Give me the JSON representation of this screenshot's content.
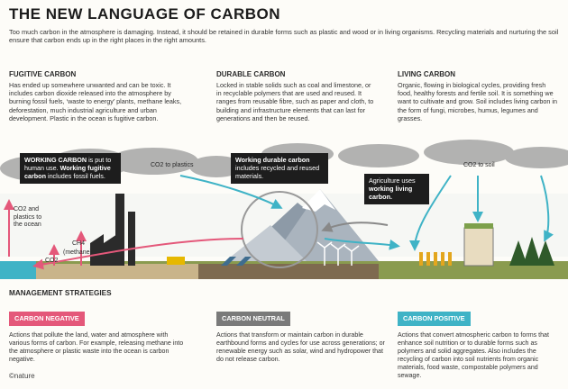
{
  "title": "THE NEW LANGUAGE OF CARBON",
  "intro": "Too much carbon in the atmosphere is damaging. Instead, it should be retained in durable forms such as plastic and wood or in living organisms. Recycling materials and nurturing the soil ensure that carbon ends up in the right places in the right amounts.",
  "columns": {
    "fugitive": {
      "heading": "FUGITIVE CARBON",
      "text": "Has ended up somewhere unwanted and can be toxic. It includes carbon dioxide released into the atmosphere by burning fossil fuels, ‘waste to energy’ plants, methane leaks, deforestation, much industrial agriculture and urban development. Plastic in the ocean is fugitive carbon."
    },
    "durable": {
      "heading": "DURABLE CARBON",
      "text": "Locked in stable solids such as coal and limestone, or in recyclable polymers that are used and reused. It ranges from reusable fibre, such as paper and cloth, to building and infrastructure elements that can last for generations and then be reused."
    },
    "living": {
      "heading": "LIVING CARBON",
      "text": "Organic, flowing in biological cycles, providing fresh food, healthy forests and fertile soil. It is something we want to cultivate and grow. Soil includes living carbon in the form of fungi, microbes, humus, legumes and grasses."
    }
  },
  "callouts": {
    "working_bold": "WORKING CARBON",
    "working_rest": " is put to human use. ",
    "working_fugitive_bold": "Working fugitive carbon",
    "working_fugitive_rest": " includes fossil fuels.",
    "durable_bold": "Working durable carbon",
    "durable_rest": " includes recycled and reused materials.",
    "agri_rest": "Agriculture uses ",
    "agri_bold": "working living carbon."
  },
  "labels": {
    "co2_plastics": "CO2 to plastics",
    "co2_soil": "CO2 to soil",
    "co2_ocean": "CO2 and plastics to the ocean",
    "co2": "CO2",
    "ch4": "CH4",
    "methane": "(methane)"
  },
  "management": {
    "heading": "MANAGEMENT STRATEGIES",
    "strategies": [
      {
        "label": "CARBON NEGATIVE",
        "color": "#e4587a",
        "text": "Actions that pollute the land, water and atmosphere with various forms of carbon. For example, releasing methane into the atmosphere or plastic waste into the ocean is carbon negative."
      },
      {
        "label": "CARBON NEUTRAL",
        "color": "#7a7a7a",
        "text": "Actions that transform or maintain carbon in durable earthbound forms and cycles for use across generations; or renewable energy such as solar, wind and hydropower that do not release carbon."
      },
      {
        "label": "CARBON POSITIVE",
        "color": "#3fb3c6",
        "text": "Actions that convert atmospheric carbon to forms that enhance soil nutrition or to durable forms such as polymers and solid aggregates. Also includes the recycling of carbon into soil nutrients from organic materials, food waste, compostable polymers and sewage."
      }
    ]
  },
  "credit": "©nature",
  "colors": {
    "pink": "#e4587a",
    "teal": "#3fb3c6",
    "grey": "#7a7a7a",
    "dark": "#1d1d1d"
  }
}
